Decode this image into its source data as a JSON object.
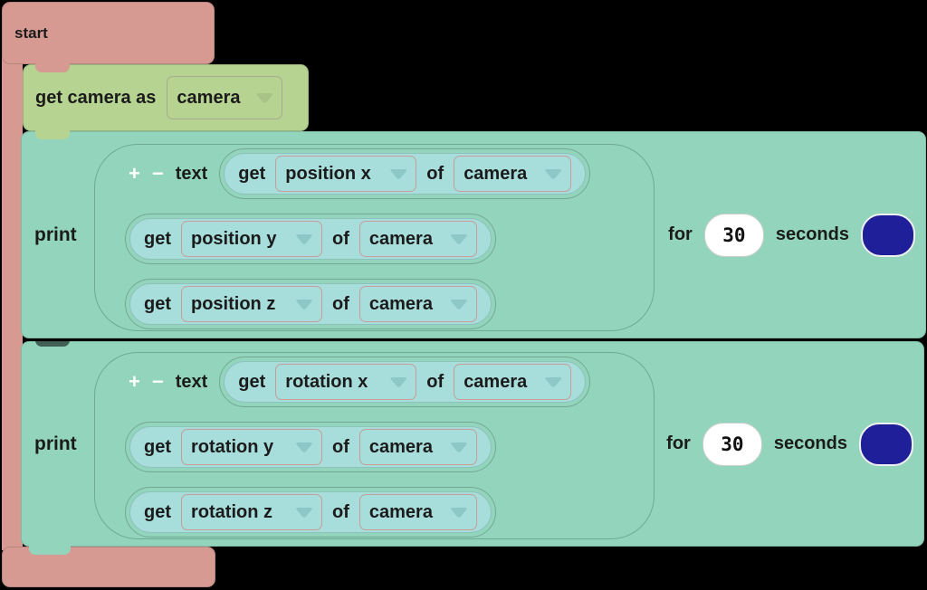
{
  "colors": {
    "workspace_background": "#000000",
    "start_block": "#d69a93",
    "variable_block": "#b6d392",
    "print_block": "#92d5bc",
    "reporter_pill": "#a7dddb",
    "dropdown_border_rose": "#c79d97",
    "join_outline": "#6fa998",
    "color_chip": "#1f1f99",
    "duration_field_background": "#ffffff"
  },
  "start_block": {
    "label": "start"
  },
  "get_camera_block": {
    "label": "get camera as",
    "dropdown_value": "camera"
  },
  "print_blocks": [
    {
      "label": "print",
      "join": {
        "plus": "+",
        "minus": "−",
        "text_label": "text",
        "rows": [
          {
            "get": "get",
            "property": "position x",
            "of": "of",
            "object": "camera"
          },
          {
            "get": "get",
            "property": "position y",
            "of": "of",
            "object": "camera"
          },
          {
            "get": "get",
            "property": "position z",
            "of": "of",
            "object": "camera"
          }
        ]
      },
      "for_label": "for",
      "duration": "30",
      "seconds_label": "seconds"
    },
    {
      "label": "print",
      "join": {
        "plus": "+",
        "minus": "−",
        "text_label": "text",
        "rows": [
          {
            "get": "get",
            "property": "rotation x",
            "of": "of",
            "object": "camera"
          },
          {
            "get": "get",
            "property": "rotation y",
            "of": "of",
            "object": "camera"
          },
          {
            "get": "get",
            "property": "rotation z",
            "of": "of",
            "object": "camera"
          }
        ]
      },
      "for_label": "for",
      "duration": "30",
      "seconds_label": "seconds"
    }
  ]
}
